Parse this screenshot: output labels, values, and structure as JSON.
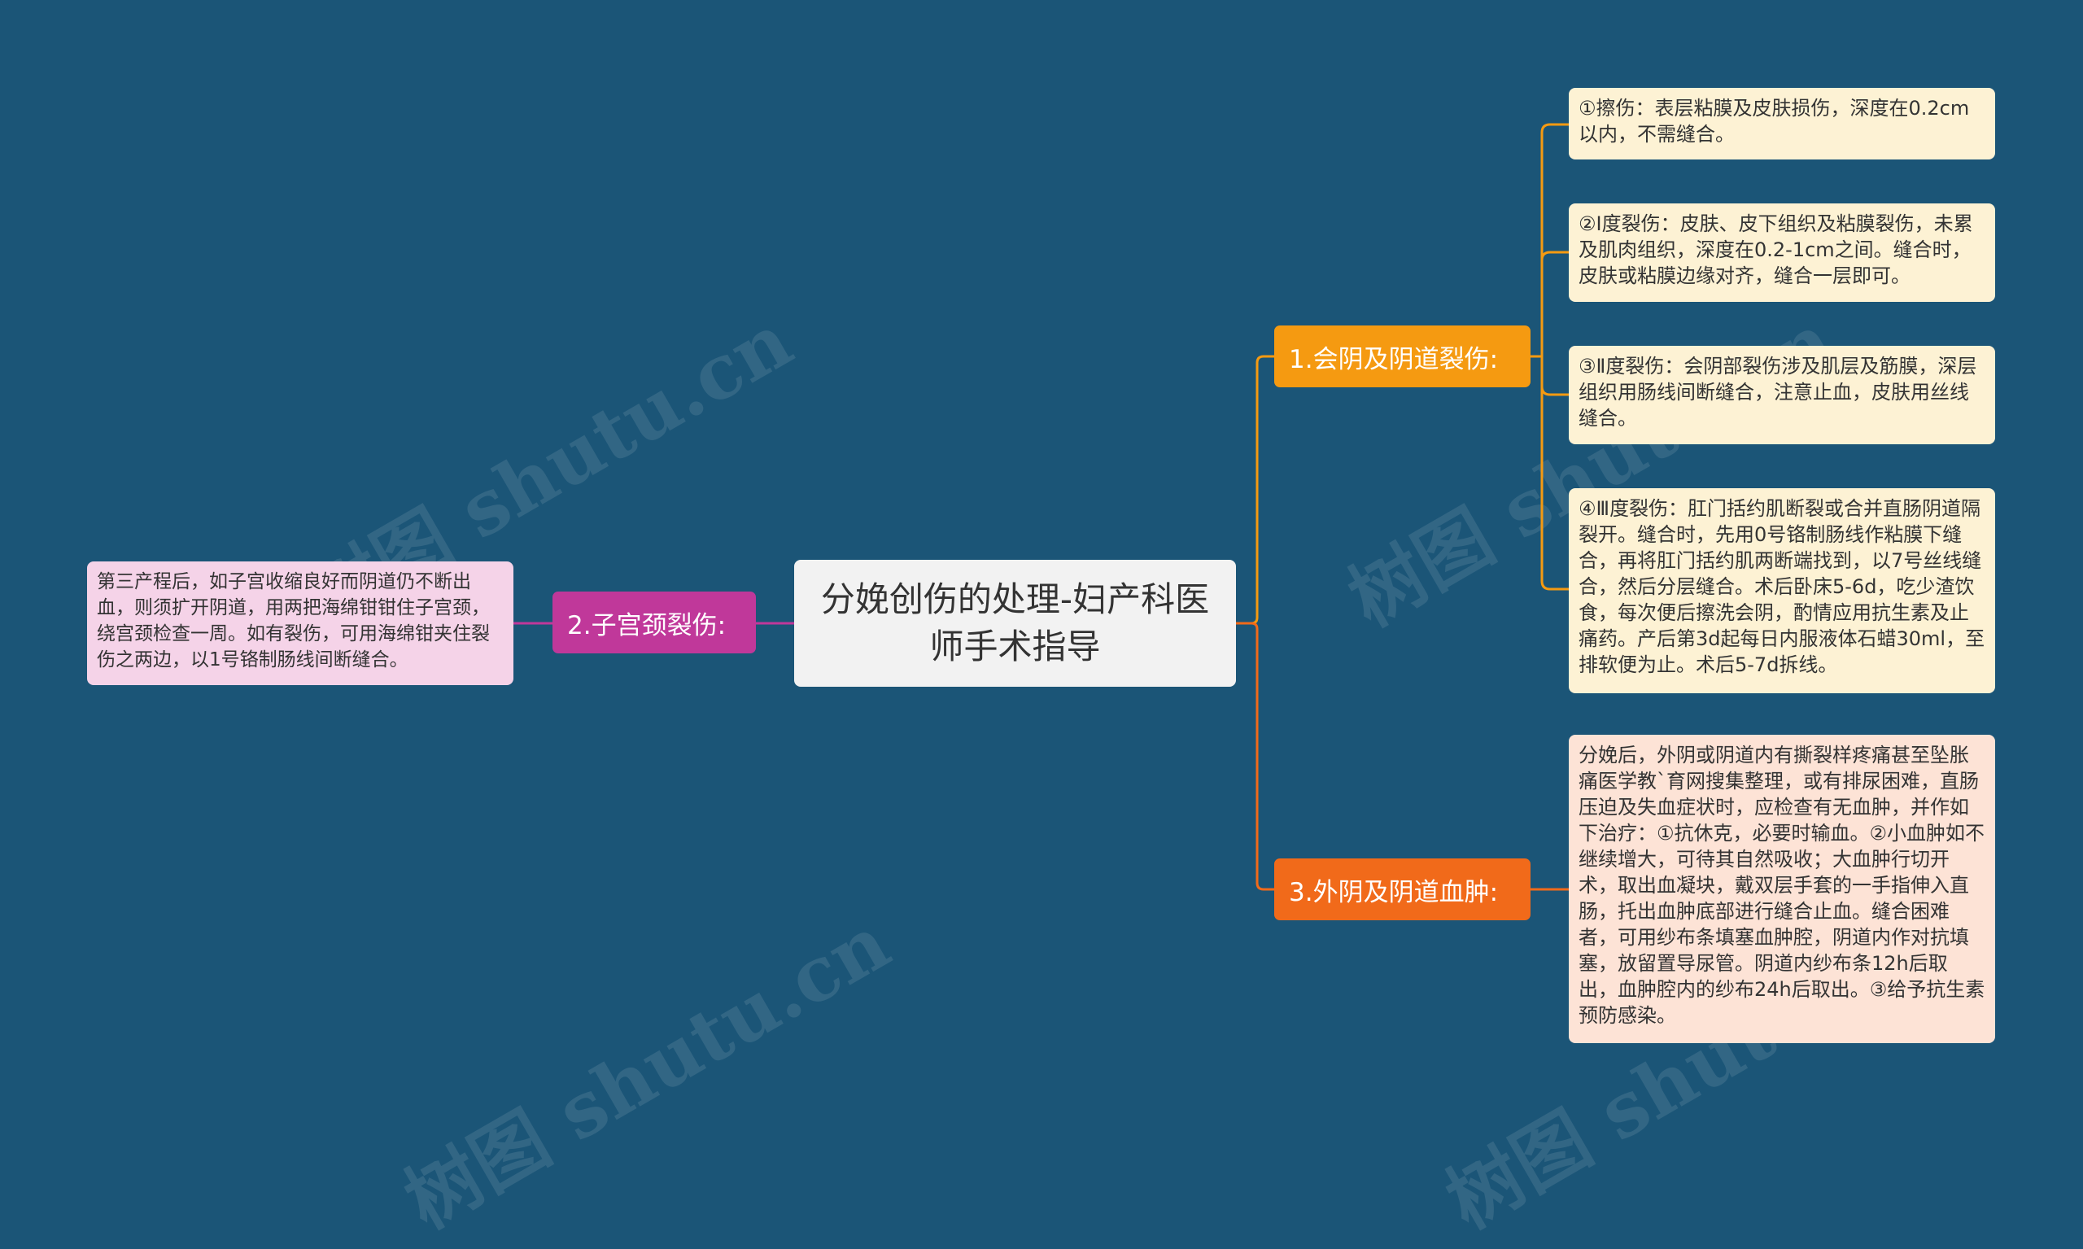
{
  "root": {
    "title": "分娩创伤的处理-妇产科医师手术指导"
  },
  "watermarks": [
    "树图 shutu.cn",
    "树图 shutu.cn",
    "树图 shutu.cn",
    "树图 shutu.cn"
  ],
  "branches": [
    {
      "label": "1.会阴及阴道裂伤:",
      "color": "#f59a11",
      "children": [
        "①擦伤：表层粘膜及皮肤损伤，深度在0.2cm以内，不需缝合。",
        "②Ⅰ度裂伤：皮肤、皮下组织及粘膜裂伤，未累及肌肉组织，深度在0.2-1cm之间。缝合时，皮肤或粘膜边缘对齐，缝合一层即可。",
        "③Ⅱ度裂伤：会阴部裂伤涉及肌层及筋膜，深层组织用肠线间断缝合，注意止血，皮肤用丝线缝合。",
        "④Ⅲ度裂伤：肛门括约肌断裂或合并直肠阴道隔裂开。缝合时，先用0号铬制肠线作粘膜下缝合，再将肛门括约肌两断端找到，以7号丝线缝合，然后分层缝合。术后卧床5-6d，吃少渣饮食，每次便后擦洗会阴，酌情应用抗生素及止痛药。产后第3d起每日内服液体石蜡30ml，至排软便为止。术后5-7d拆线。"
      ]
    },
    {
      "label": "2.子宫颈裂伤:",
      "color": "#c0389a",
      "children": [
        "第三产程后，如子宫收缩良好而阴道仍不断出血，则须扩开阴道，用两把海绵钳钳住子宫颈，绕宫颈检查一周。如有裂伤，可用海绵钳夹住裂伤之两边，以1号铬制肠线间断缝合。"
      ]
    },
    {
      "label": "3.外阴及阴道血肿:",
      "color": "#f16a1a",
      "children": [
        "分娩后，外阴或阴道内有撕裂样疼痛甚至坠胀痛医学教`育网搜集整理，或有排尿困难，直肠压迫及失血症状时，应检查有无血肿，并作如下治疗：①抗休克，必要时输血。②小血肿如不继续增大，可待其自然吸收；大血肿行切开术，取出血凝块，戴双层手套的一手指伸入直肠，托出血肿底部进行缝合止血。缝合困难者，可用纱布条填塞血肿腔，阴道内作对抗填塞，放留置导尿管。阴道内纱布条12h后取出，血肿腔内的纱布24h后取出。③给予抗生素预防感染。"
      ]
    }
  ]
}
